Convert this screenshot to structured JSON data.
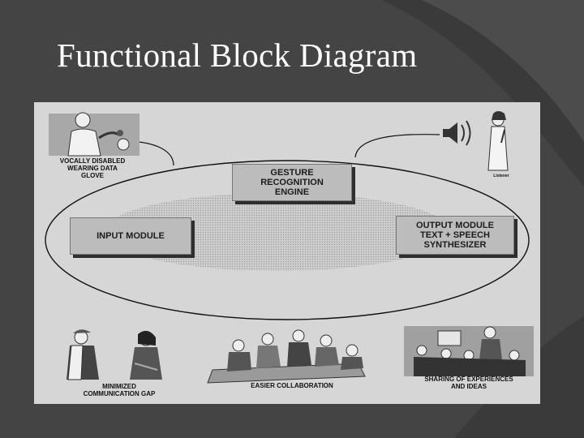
{
  "slide": {
    "title": "Functional Block Diagram"
  },
  "diagram": {
    "blocks": {
      "gesture_engine": "GESTURE\nRECOGNITION\nENGINE",
      "input_module": "INPUT MODULE",
      "output_module": "OUTPUT MODULE\nTEXT + SPEECH\nSYNTHESIZER"
    },
    "captions": {
      "vocally_disabled": "VOCALLY DISABLED\nWEARING DATA\nGLOVE",
      "listener": "Listener",
      "minimized_gap": "MINIMIZED\nCOMMUNICATION GAP",
      "easier_collaboration": "EASIER COLLABORATION",
      "sharing": "SHARING OF EXPERIENCES\nAND IDEAS"
    }
  },
  "colors": {
    "background": "#444444",
    "swoosh": "#3a3a3a",
    "figure_bg": "#d6d6d6",
    "block_fill": "#bcbcbc",
    "block_shadow": "#2e2e2e"
  }
}
